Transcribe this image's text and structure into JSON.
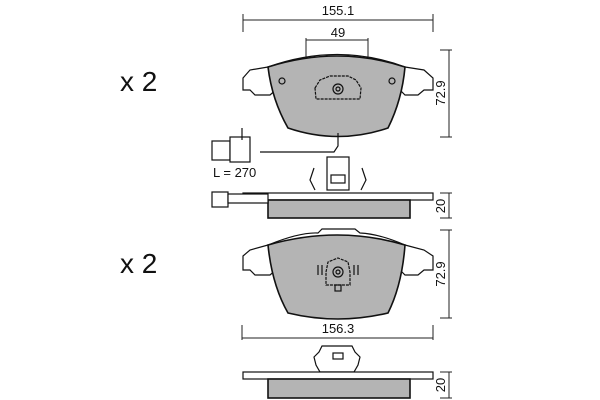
{
  "top_pad": {
    "quantity": "x 2",
    "width_label": "155.1",
    "inner_width_label": "49",
    "height_label": "72.9",
    "thickness_label": "20",
    "sensor_length_label": "L = 270"
  },
  "bottom_pad": {
    "quantity": "x 2",
    "width_label": "156.3",
    "height_label": "72.9",
    "thickness_label": "20"
  },
  "colors": {
    "friction": "#b4b4b4",
    "line": "#111111"
  }
}
